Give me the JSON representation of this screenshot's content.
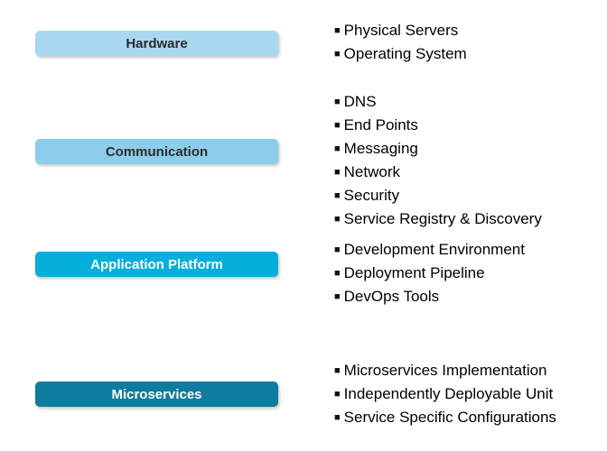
{
  "background": "#FFFFFF",
  "bullet_glyph": "■",
  "layers": [
    {
      "label": "Hardware",
      "box_fill": "#A9D7F2",
      "label_color": "#2B2B2B",
      "items": [
        "Physical Servers",
        "Operating System"
      ]
    },
    {
      "label": "Communication",
      "box_fill": "#8CCDEB",
      "label_color": "#2B2B2B",
      "items": [
        "DNS",
        "End Points",
        "Messaging",
        "Network",
        "Security",
        "Service Registry & Discovery"
      ]
    },
    {
      "label": "Application Platform",
      "box_fill": "#05AFDC",
      "label_color": "#FFFFFF",
      "items": [
        "Development Environment",
        "Deployment Pipeline",
        "DevOps Tools"
      ]
    },
    {
      "label": "Microservices",
      "box_fill": "#0E7C9E",
      "label_color": "#FFFFFF",
      "items": [
        "Microservices Implementation",
        "Independently Deployable Unit",
        "Service Specific Configurations"
      ]
    }
  ]
}
